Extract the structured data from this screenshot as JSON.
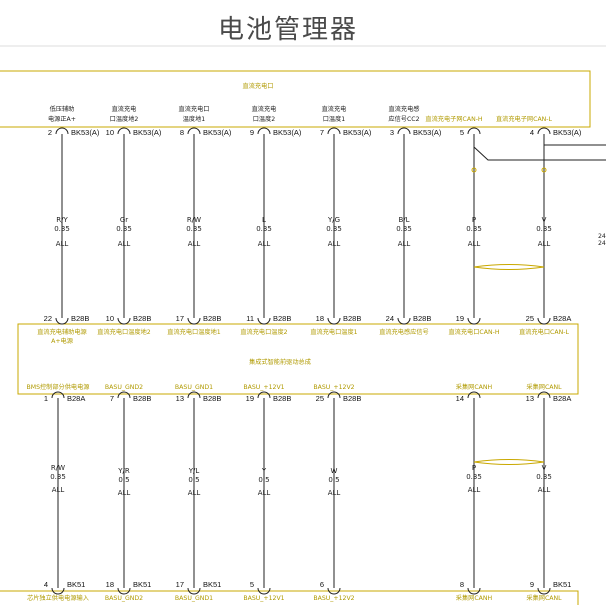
{
  "title": "电池管理器",
  "top_box": {
    "label": "直流充电口",
    "right_edge_label": "24\n24"
  },
  "top_connectors": [
    {
      "name_lines": [
        "低压辅助",
        "电源正A+"
      ],
      "name_color": "black",
      "pin": "2",
      "conn": "BK53(A)"
    },
    {
      "name_lines": [
        "直流充电",
        "口温度地2"
      ],
      "name_color": "black",
      "pin": "10",
      "conn": "BK53(A)"
    },
    {
      "name_lines": [
        "直流充电口",
        "温度地1"
      ],
      "name_color": "black",
      "pin": "8",
      "conn": "BK53(A)"
    },
    {
      "name_lines": [
        "直流充电",
        "口温度2"
      ],
      "name_color": "black",
      "pin": "9",
      "conn": "BK53(A)"
    },
    {
      "name_lines": [
        "直流充电",
        "口温度1"
      ],
      "name_color": "black",
      "pin": "7",
      "conn": "BK53(A)"
    },
    {
      "name_lines": [
        "直流充电感",
        "应信号CC2"
      ],
      "name_color": "black",
      "pin": "3",
      "conn": "BK53(A)"
    },
    {
      "name_lines": [
        "直流充电子网CAN-H"
      ],
      "name_color": "yellow",
      "pin": "5",
      "conn": ""
    },
    {
      "name_lines": [
        "直流充电子网CAN-L"
      ],
      "name_color": "yellow",
      "pin": "4",
      "conn": "BK53(A)"
    }
  ],
  "upper_wires": [
    {
      "color": "R/Y",
      "gauge": "0.35",
      "option": "ALL"
    },
    {
      "color": "Gr",
      "gauge": "0.35",
      "option": "ALL"
    },
    {
      "color": "R/W",
      "gauge": "0.35",
      "option": "ALL"
    },
    {
      "color": "L",
      "gauge": "0.35",
      "option": "ALL"
    },
    {
      "color": "Y/G",
      "gauge": "0.35",
      "option": "ALL"
    },
    {
      "color": "B/L",
      "gauge": "0.35",
      "option": "ALL"
    },
    {
      "color": "P",
      "gauge": "0.35",
      "option": "ALL"
    },
    {
      "color": "V",
      "gauge": "0.35",
      "option": "ALL"
    }
  ],
  "middle_box": {
    "center_label": "集成式智能前驱动总成",
    "top_pins": [
      {
        "pin": "22",
        "conn": "B28B",
        "labels": [
          "直流充电辅助电源",
          "A+电源"
        ]
      },
      {
        "pin": "10",
        "conn": "B28B",
        "labels": [
          "直流充电口温度地2"
        ]
      },
      {
        "pin": "17",
        "conn": "B28B",
        "labels": [
          "直流充电口温度地1"
        ]
      },
      {
        "pin": "11",
        "conn": "B28B",
        "labels": [
          "直流充电口温度2"
        ]
      },
      {
        "pin": "18",
        "conn": "B28B",
        "labels": [
          "直流充电口温度1"
        ]
      },
      {
        "pin": "24",
        "conn": "B28B",
        "labels": [
          "直流充电感应信号"
        ]
      },
      {
        "pin": "19",
        "conn": "",
        "labels": [
          "直流充电口CAN-H"
        ]
      },
      {
        "pin": "25",
        "conn": "B28A",
        "labels": [
          "直流充电口CAN-L"
        ]
      }
    ],
    "bottom_pins": [
      {
        "pin": "1",
        "conn": "B28A",
        "label": "BMS控制部分供电电源"
      },
      {
        "pin": "7",
        "conn": "B28B",
        "label": "BASU_GND2"
      },
      {
        "pin": "13",
        "conn": "B28B",
        "label": "BASU_GND1"
      },
      {
        "pin": "19",
        "conn": "B28B",
        "label": "BASU_+12V1"
      },
      {
        "pin": "25",
        "conn": "B28B",
        "label": "BASU_+12V2"
      },
      {
        "pin": "14",
        "conn": "",
        "label": "采集网CANH"
      },
      {
        "pin": "13",
        "conn": "B28A",
        "label": "采集网CANL"
      }
    ]
  },
  "lower_wires": [
    {
      "color": "R/W",
      "gauge": "0.35",
      "option": "ALL"
    },
    {
      "color": "Y/R",
      "gauge": "0.5",
      "option": "ALL"
    },
    {
      "color": "Y/L",
      "gauge": "0.5",
      "option": "ALL"
    },
    {
      "color": "Y",
      "gauge": "0.5",
      "option": "ALL"
    },
    {
      "color": "W",
      "gauge": "0.5",
      "option": "ALL"
    },
    {
      "color": "P",
      "gauge": "0.35",
      "option": "ALL"
    },
    {
      "color": "V",
      "gauge": "0.35",
      "option": "ALL"
    }
  ],
  "bottom_connectors": [
    {
      "pin": "4",
      "conn": "BK51",
      "label": "芯片独立供电电源输入"
    },
    {
      "pin": "18",
      "conn": "BK51",
      "label": "BASU_GND2"
    },
    {
      "pin": "17",
      "conn": "BK51",
      "label": "BASU_GND1"
    },
    {
      "pin": "5",
      "conn": "",
      "label": "BASU_+12V1"
    },
    {
      "pin": "6",
      "conn": "",
      "label": "BASU_+12V2"
    },
    {
      "pin": "8",
      "conn": "",
      "label": "采集网CANH"
    },
    {
      "pin": "9",
      "conn": "BK51",
      "label": "采集网CANL"
    }
  ]
}
